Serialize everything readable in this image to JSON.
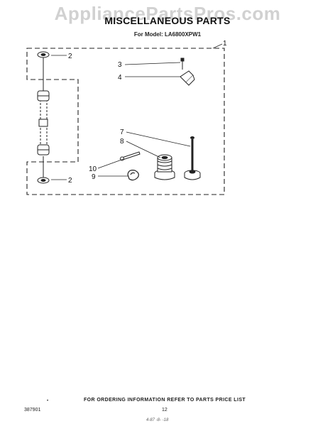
{
  "watermark": "AppliancePartsPros.com",
  "title": "MISCELLANEOUS PARTS",
  "subtitle": "For Model: LA6800XPW1",
  "callouts": {
    "c1": "1",
    "c2_top": "2",
    "c2_bottom": "2",
    "c3": "3",
    "c4": "4",
    "c7": "7",
    "c8": "8",
    "c9": "9",
    "c10": "10"
  },
  "footer": {
    "bullet": "•",
    "ordering_note": "FOR ORDERING INFORMATION REFER TO PARTS PRICE LIST",
    "document_number": "387901",
    "page_number": "12",
    "stamp": "4-87  -8-  -18"
  }
}
